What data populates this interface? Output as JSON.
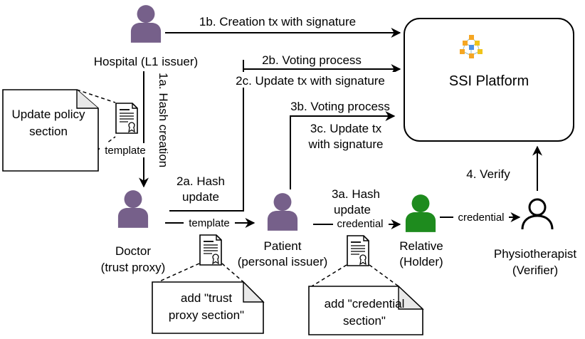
{
  "actors": {
    "hospital": "Hospital (L1 issuer)",
    "doctor_line1": "Doctor",
    "doctor_line2": "(trust proxy)",
    "patient_line1": "Patient",
    "patient_line2": "(personal issuer)",
    "relative_line1": "Relative",
    "relative_line2": "(Holder)",
    "physio_line1": "Physiotherapist",
    "physio_line2": "(Verifier)"
  },
  "platform": {
    "label": "SSI Platform"
  },
  "edges": {
    "e1b": "1b. Creation tx with signature",
    "e1a": "1a. Hash creation",
    "e2b": "2b. Voting process",
    "e2c": "2c. Update tx with signature",
    "e2a_line1": "2a. Hash",
    "e2a_line2": "update",
    "e3b": "3b. Voting process",
    "e3c_line1": "3c. Update tx",
    "e3c_line2": "with signature",
    "e3a_line1": "3a. Hash",
    "e3a_line2": "update",
    "e4": "4. Verify",
    "template1": "template",
    "template2": "template",
    "credential1": "credential",
    "credential2": "credential"
  },
  "notes": {
    "policy_line1": "Update policy",
    "policy_line2": "section",
    "trust_line1": "add \"trust",
    "trust_line2": "proxy section\"",
    "cred_line1": "add \"credential",
    "cred_line2": "section\""
  },
  "colors": {
    "person_purple": "#76608A",
    "person_green": "#1E8B1E",
    "stroke": "#000000"
  }
}
